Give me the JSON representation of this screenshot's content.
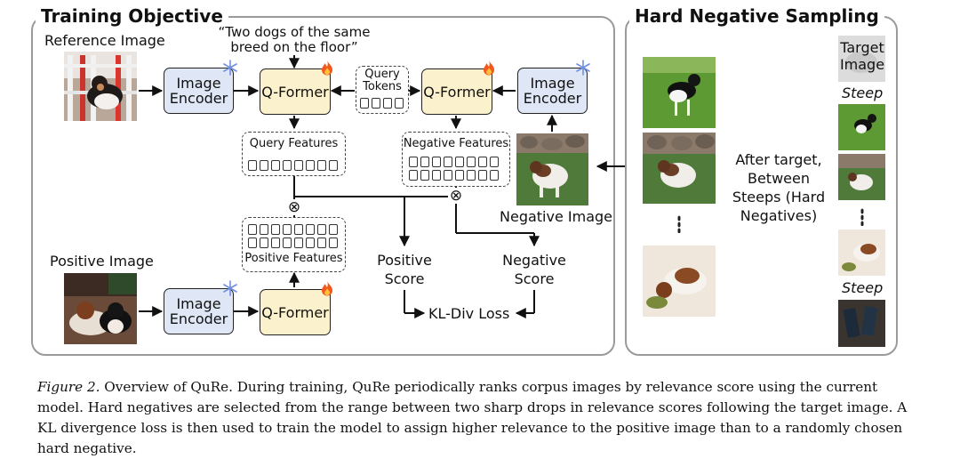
{
  "left_panel": {
    "title": "Training Objective",
    "reference_label": "Reference Image",
    "text_query": "“Two dogs of the same breed on the floor”",
    "positive_label": "Positive Image",
    "negative_label": "Negative Image",
    "image_encoder_label": "Image Encoder",
    "qformer_label": "Q-Former",
    "query_tokens_label": "Query Tokens",
    "query_features_label": "Query Features",
    "negative_features_label": "Negative Features",
    "positive_features_label": "Positive Features",
    "positive_score_label": "Positive Score",
    "negative_score_label": "Negative Score",
    "loss_label": "KL-Div Loss",
    "multiply_symbol": "⊗"
  },
  "right_panel": {
    "title": "Hard Negative Sampling",
    "target_label": "Target Image",
    "steep_top": "Steep",
    "steep_bottom": "Steep",
    "middle_text": "After target, Between Steeps (Hard Negatives)",
    "ellipsis": "⋮"
  },
  "icons": {
    "frozen": "snowflake-icon",
    "trainable": "fire-icon"
  },
  "colors": {
    "encoder_fill": "#dfe6f6",
    "qformer_fill": "#fbf1cc",
    "snowflake": "#6f8fe0",
    "fire": "#f2581b"
  },
  "caption": {
    "label": "Figure 2.",
    "text": "Overview of QuRe. During training, QuRe periodically ranks corpus images by relevance score using the current model. Hard negatives are selected from the range between two sharp drops in relevance scores following the target image. A KL divergence loss is then used to train the model to assign higher relevance to the positive image than to a randomly chosen hard negative."
  }
}
